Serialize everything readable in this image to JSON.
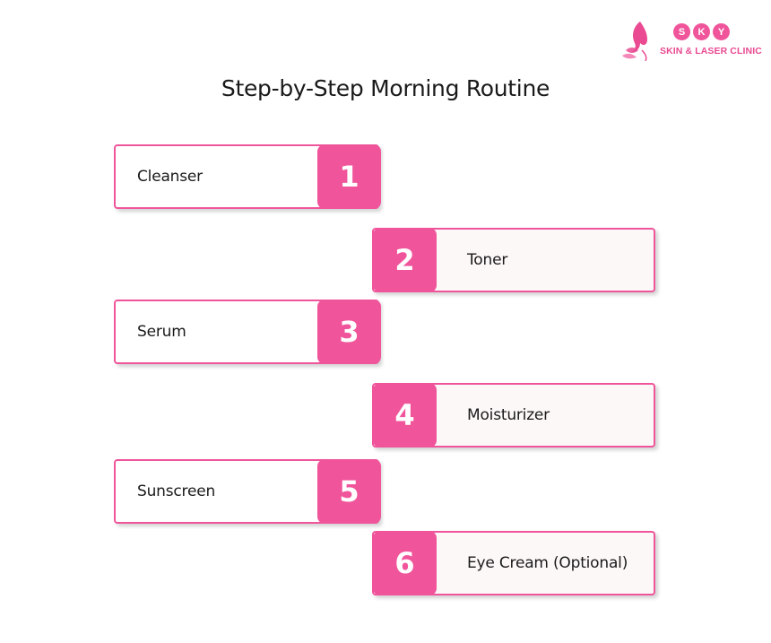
{
  "logo": {
    "letters": [
      "S",
      "K",
      "Y"
    ],
    "subtitle": "SKIN & LASER CLINIC",
    "icon": "woman-silhouette-butterfly-icon"
  },
  "title": "Step-by-Step Morning Routine",
  "steps": [
    {
      "number": "1",
      "label": "Cleanser"
    },
    {
      "number": "2",
      "label": "Toner"
    },
    {
      "number": "3",
      "label": "Serum"
    },
    {
      "number": "4",
      "label": "Moisturizer"
    },
    {
      "number": "5",
      "label": "Sunscreen"
    },
    {
      "number": "6",
      "label": "Eye Cream (Optional)"
    }
  ],
  "colors": {
    "accent": "#f0559b",
    "text": "#1a1a1a",
    "background": "#ffffff"
  }
}
